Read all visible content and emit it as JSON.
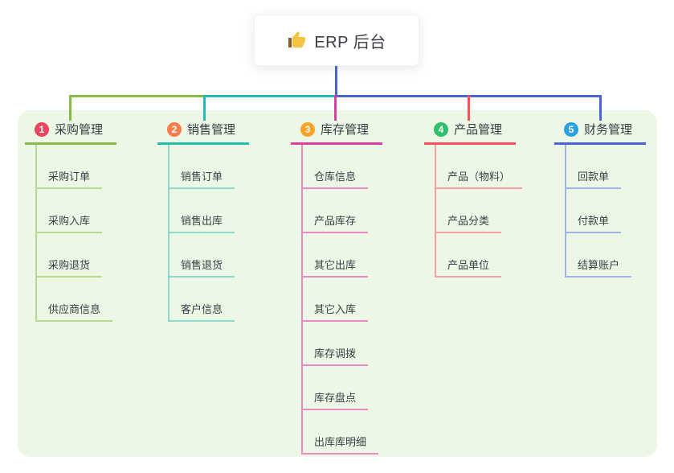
{
  "root": {
    "label": "ERP 后台",
    "icon": "thumbs-up-icon"
  },
  "colors": {
    "background": "#ffffff",
    "panel": "#ecf7e6",
    "root_line": "#4a64d4"
  },
  "branches": [
    {
      "badge": "1",
      "label": "采购管理",
      "badge_color": "#e8465f",
      "line_color": "#86bd45",
      "child_line_color": "#b5da92",
      "children": [
        "采购订单",
        "采购入库",
        "采购退货",
        "供应商信息"
      ]
    },
    {
      "badge": "2",
      "label": "销售管理",
      "badge_color": "#f97c4d",
      "line_color": "#23bcb1",
      "child_line_color": "#8ed8ce",
      "children": [
        "销售订单",
        "销售出库",
        "销售退货",
        "客户信息"
      ]
    },
    {
      "badge": "3",
      "label": "库存管理",
      "badge_color": "#f9a326",
      "line_color": "#db3f9f",
      "child_line_color": "#ee8ac2",
      "children": [
        "仓库信息",
        "产品库存",
        "其它出库",
        "其它入库",
        "库存调拨",
        "库存盘点",
        "出库库明细"
      ]
    },
    {
      "badge": "4",
      "label": "产品管理",
      "badge_color": "#2ec06c",
      "line_color": "#f5505c",
      "child_line_color": "#f9a0a6",
      "children": [
        "产品（物料）",
        "产品分类",
        "产品单位"
      ]
    },
    {
      "badge": "5",
      "label": "财务管理",
      "badge_color": "#2aa3e0",
      "line_color": "#4a64d4",
      "child_line_color": "#9fb2ea",
      "children": [
        "回款单",
        "付款单",
        "结算账户"
      ]
    }
  ]
}
